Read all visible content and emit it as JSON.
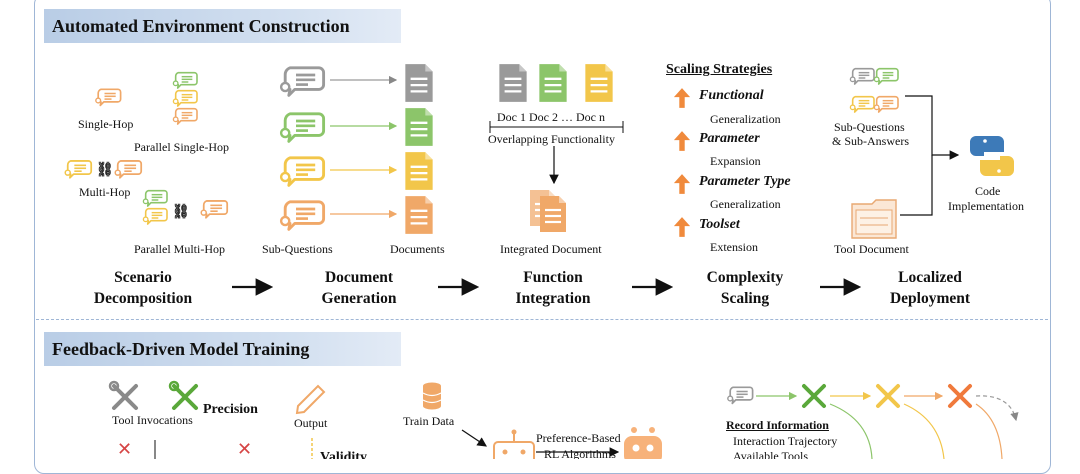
{
  "sections": {
    "top_title": "Automated Environment Construction",
    "bottom_title": "Feedback-Driven Model Training"
  },
  "scenario": {
    "single_hop": "Single-Hop",
    "parallel_single_hop": "Parallel Single-Hop",
    "multi_hop": "Multi-Hop",
    "parallel_multi_hop": "Parallel Multi-Hop"
  },
  "docgen": {
    "sub_questions": "Sub-Questions",
    "documents": "Documents"
  },
  "integration": {
    "docs_label": "Doc 1  Doc 2  …  Doc n",
    "overlap": "Overlapping Functionality",
    "integrated": "Integrated Document"
  },
  "scaling": {
    "title": "Scaling Strategies",
    "items": [
      {
        "name": "Functional",
        "sub": "Generalization"
      },
      {
        "name": "Parameter",
        "sub": "Expansion"
      },
      {
        "name": "Parameter Type",
        "sub": "Generalization"
      },
      {
        "name": "Toolset",
        "sub": "Extension"
      }
    ]
  },
  "deploy": {
    "sub_qa_line1": "Sub-Questions",
    "sub_qa_line2": "& Sub-Answers",
    "code_line1": "Code",
    "code_line2": "Implementation",
    "tool_doc": "Tool Document"
  },
  "stages": [
    {
      "line1": "Scenario",
      "line2": "Decomposition"
    },
    {
      "line1": "Document",
      "line2": "Generation"
    },
    {
      "line1": "Function",
      "line2": "Integration"
    },
    {
      "line1": "Complexity",
      "line2": "Scaling"
    },
    {
      "line1": "Localized",
      "line2": "Deployment"
    }
  ],
  "training": {
    "tool_invocations": "Tool Invocations",
    "precision": "Precision",
    "output": "Output",
    "validity": "Validity",
    "train_data": "Train Data",
    "pref_line1": "Preference-Based",
    "pref_line2": "RL Algorithms",
    "record_info": "Record Information",
    "interaction_traj": "Interaction Trajectory",
    "available_tools": "Available Tools"
  },
  "colors": {
    "orange": "#f0a868",
    "yellow": "#f2c64a",
    "green": "#8cc56a",
    "gray": "#9a9a9a",
    "arrow_orange": "#f08a3c",
    "frame": "#9fb6d6"
  }
}
